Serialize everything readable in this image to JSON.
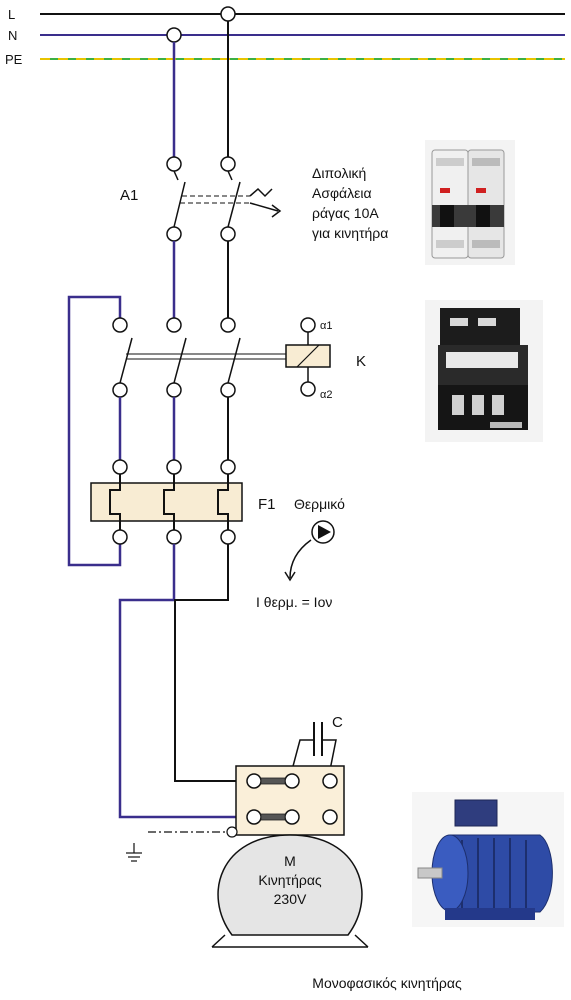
{
  "buses": {
    "l": "L",
    "n": "N",
    "pe": "PE"
  },
  "breaker": {
    "tag": "A1",
    "desc_line1": "Διπολική",
    "desc_line2": "Ασφάλεια",
    "desc_line3": "ράγας 10A",
    "desc_line4": "για κινητήρα"
  },
  "contactor": {
    "tag": "K",
    "coil_a1": "α1",
    "coil_a2": "α2"
  },
  "thermal": {
    "tag": "F1",
    "name": "Θερμικό",
    "setting": "I θερμ. = Ιον"
  },
  "capacitor": {
    "tag": "C"
  },
  "motor": {
    "tag": "M",
    "name": "Κινητήρας",
    "voltage": "230V"
  },
  "caption": "Μονοφασικός κινητήρας",
  "colors": {
    "line": "#111111",
    "neutral": "#3a2e8c",
    "pe": "#3cb043",
    "pe_dash": "#e8c400",
    "thermal_box": "#f8ecd3",
    "terminal_box": "#faefd9",
    "motor_body": "#e5e5e5"
  }
}
